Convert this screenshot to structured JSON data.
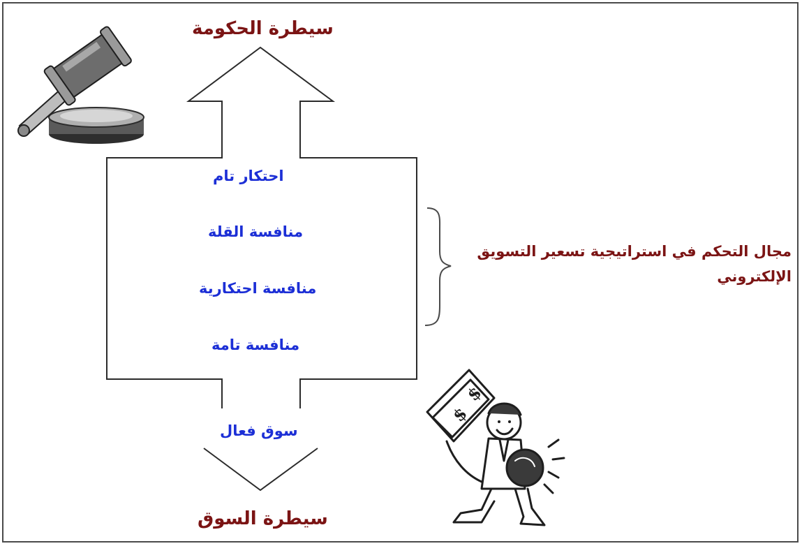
{
  "diagram": {
    "top_label": "سيطرة الحكومة",
    "bottom_label": "سيطرة السوق",
    "levels": [
      "احتكار تام",
      "منافسة القلة",
      "منافسة احتكارية",
      "منافسة تامة"
    ],
    "market_label": "سوق فعال",
    "brace_label_line1": "مجال التحكم في استراتيجية تسعير التسويق",
    "brace_label_line2": "الإلكتروني",
    "colors": {
      "title": "#7b1414",
      "levels": "#1c2fd6",
      "outline": "#2b2b2b"
    },
    "icons": [
      "gavel-icon",
      "money-man-icon"
    ]
  }
}
